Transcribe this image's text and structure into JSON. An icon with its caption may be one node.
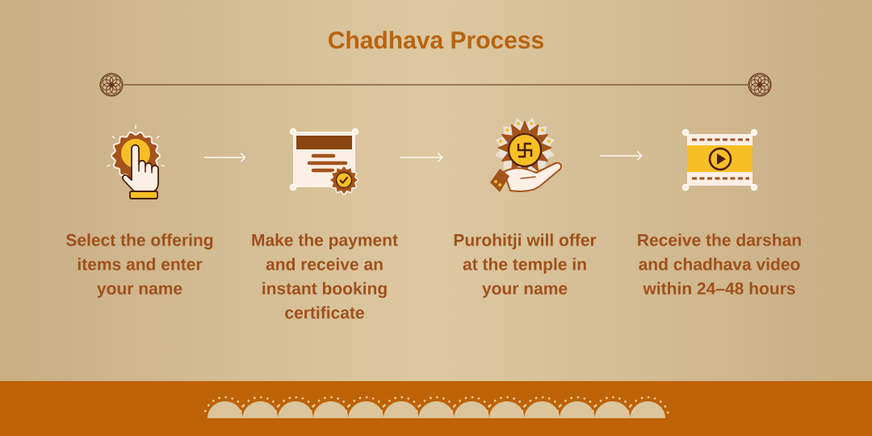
{
  "diagram": {
    "title": "Chadhava Process",
    "nodes": [
      {
        "text": [],
        "shape": "picture",
        "beside": [
          "Select the offering items and enter your name"
        ]
      },
      {
        "text": [],
        "shape": "picture",
        "beside": [
          "Make the payment and receive an instant booking certificate"
        ]
      },
      {
        "text": [],
        "shape": "picture",
        "beside": [
          "Purohitji will offer at the temple in your name"
        ]
      },
      {
        "text": [],
        "shape": "picture",
        "beside": [
          "Receive the darshan and chadhava video within 24–48 hours"
        ]
      }
    ],
    "edges": [
      {
        "from": 0,
        "to": 1,
        "arrow": "to"
      },
      {
        "from": 1,
        "to": 2,
        "arrow": "to"
      },
      {
        "from": 2,
        "to": 3,
        "arrow": "to"
      }
    ]
  }
}
